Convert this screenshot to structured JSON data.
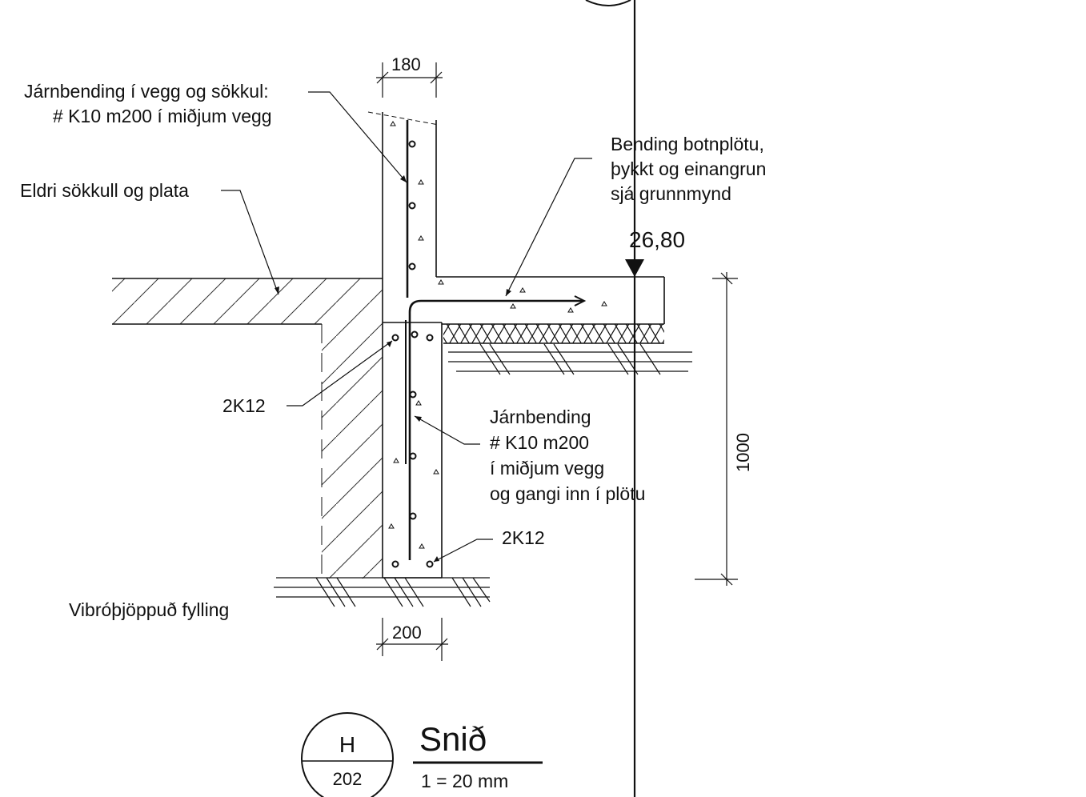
{
  "dimensions": {
    "wall_thickness": "180",
    "footing_width": "200",
    "footing_height": "1000"
  },
  "elevation": "26,80",
  "labels": {
    "wall_rebar_line1": "Járnbending í vegg og sökkul:",
    "wall_rebar_line2": "# K10 m200 í miðjum vegg",
    "existing_footing": "Eldri sökkull og plata",
    "slab_note_line1": "Bending botnplötu,",
    "slab_note_line2": "þykkt og einangrun",
    "slab_note_line3": "sjá grunnmynd",
    "top_bars": "2K12",
    "bottom_bars": "2K12",
    "footing_rebar_line1": "Járnbending",
    "footing_rebar_line2": "# K10 m200",
    "footing_rebar_line3": "í miðjum vegg",
    "footing_rebar_line4": "og gangi inn í plötu",
    "fill": "Vibróþjöppuð fylling"
  },
  "title_block": {
    "section_letter": "H",
    "sheet_number": "202",
    "title": "Snið",
    "scale": "1 = 20 mm"
  },
  "colors": {
    "ink": "#111111",
    "background": "#ffffff"
  }
}
